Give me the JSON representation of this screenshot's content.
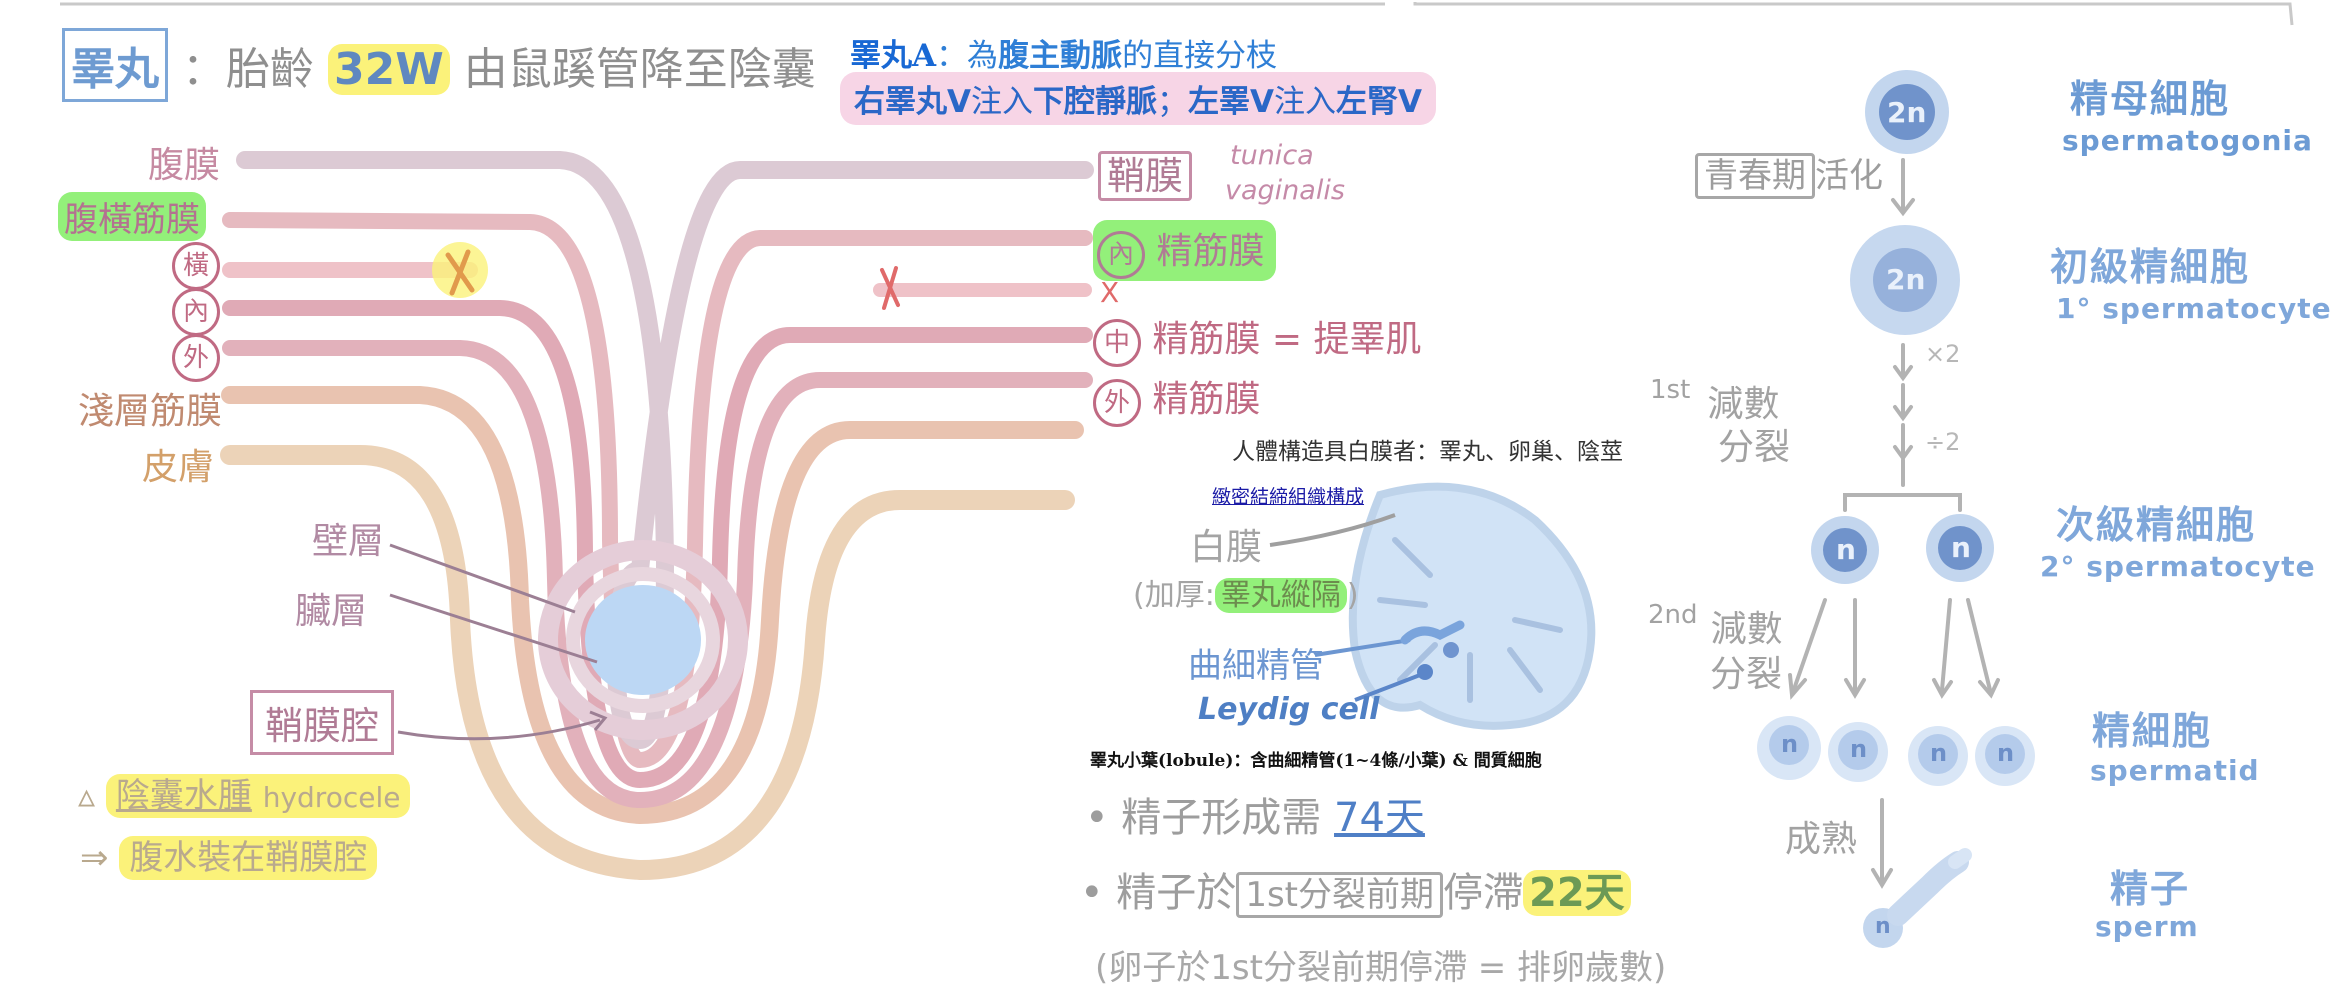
{
  "title": {
    "word": "睪丸",
    "rest_before": "：胎齡",
    "age": "32W",
    "rest_after": "由鼠蹊管降至陰囊"
  },
  "artery_note": {
    "line1_a": "睪丸A",
    "line1_b": "：為",
    "line1_c": "腹主動脈",
    "line1_d": "的直接分枝",
    "line2_a": "右睪丸V",
    "line2_b": "注入",
    "line2_c": "下腔靜脈",
    "line2_d": "；",
    "line2_e": "左睪V",
    "line2_f": "注入",
    "line2_g": "左腎V"
  },
  "layers_left": [
    "腹膜",
    "腹橫筋膜",
    "橫",
    "內",
    "外",
    "淺層筋膜",
    "皮膚"
  ],
  "layers_right": {
    "tunica_zh": "鞘膜",
    "tunica_en_1": "tunica",
    "tunica_en_2": "vaginalis",
    "internal_circle": "內",
    "internal_rest": "精筋膜",
    "x_mark": "X",
    "middle_circle": "中",
    "middle_rest": "精筋膜 = 提睪肌",
    "external_circle": "外",
    "external_rest": "精筋膜"
  },
  "x_marks": [
    "X",
    "X"
  ],
  "sac_labels": {
    "parietal": "壁層",
    "visceral": "臟層",
    "cavity": "鞘膜腔"
  },
  "hydrocele": {
    "line1_a": "▵",
    "line1_b": "陰囊水腫",
    "line1_c": "hydrocele",
    "line2_a": "⇒",
    "line2_b": "腹水裝在鞘膜腔"
  },
  "tunica_albuginea": {
    "heading": "人體構造具白膜者：睪丸、卵巢、陰莖",
    "link": "緻密結締組織構成",
    "label": "白膜",
    "thick_a": "(加厚:",
    "thick_b": "睪丸縱隔",
    "thick_c": ")",
    "tubule": "曲細精管",
    "leydig": "Leydig cell"
  },
  "lobule_note": "睪丸小葉(lobule)：含曲細精管(1~4條/小葉) & 間質細胞",
  "bullets": {
    "b1_a": "• 精子形成需",
    "b1_b": "74天",
    "b2_a": "• 精子於",
    "b2_box": "1st分裂前期",
    "b2_c": "停滯",
    "b2_d": "22天",
    "b3": "(卵子於1st分裂前期停滯 = 排卵歲數)"
  },
  "spermatogenesis": {
    "puberty": "青春期",
    "activate": "活化",
    "times2": "×2",
    "div2": "÷2",
    "meiosis1_a": "1st",
    "meiosis1_b": "減數",
    "meiosis1_c": "分裂",
    "meiosis2_a": "2nd",
    "meiosis2_b": "減數",
    "meiosis2_c": "分裂",
    "mature": "成熟",
    "ploidy": [
      "2n",
      "2n",
      "n",
      "n",
      "n",
      "n",
      "n",
      "n",
      "n"
    ]
  },
  "cell_names": [
    {
      "zh": "精母細胞",
      "en": "spermatogonia"
    },
    {
      "zh": "初級精細胞",
      "en": "1° spermatocyte"
    },
    {
      "zh": "次級精細胞",
      "en": "2° spermatocyte"
    },
    {
      "zh": "精細胞",
      "en": "spermatid"
    },
    {
      "zh": "精子",
      "en": "sperm"
    }
  ],
  "colors": {
    "peritoneum": "#dccad4",
    "fascia": "#e6b8bf",
    "muscle": "#e3a9b5",
    "superficial": "#e9c3b0",
    "skin": "#ecd3b8",
    "testis": "#bcd7f4",
    "cell": "#b9cde9",
    "cell_core": "#6f91c8"
  }
}
